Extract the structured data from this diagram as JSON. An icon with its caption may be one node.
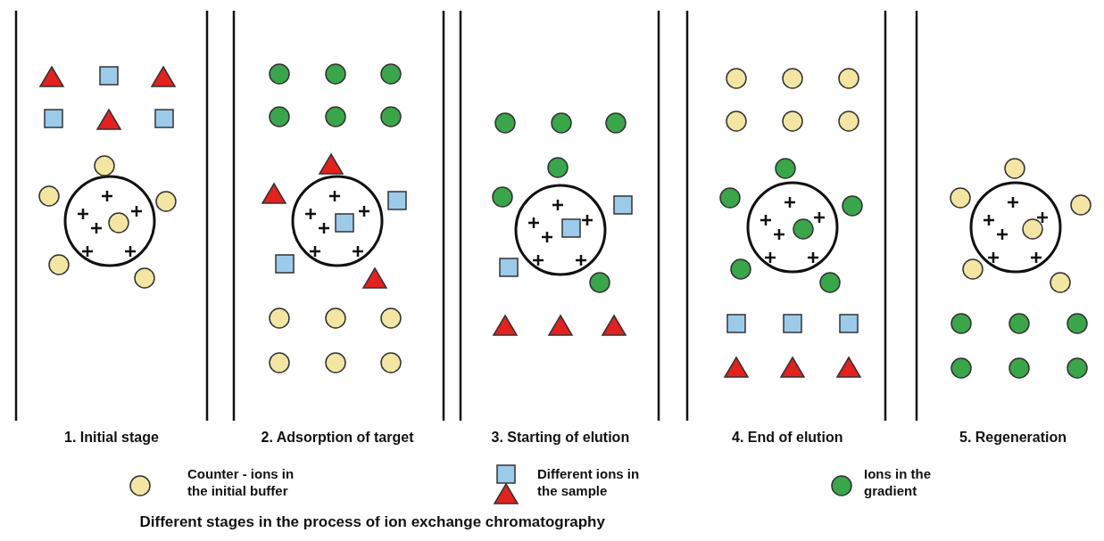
{
  "diagram": {
    "caption": "Different stages in the process of ion exchange chromatography",
    "labels": [
      "1. Initial stage",
      "2. Adsorption of target",
      "3. Starting of elution",
      "4. End of elution",
      "5. Regeneration"
    ],
    "legend": [
      {
        "text": "Counter - ions in the initial buffer"
      },
      {
        "text": "Different ions in the sample"
      },
      {
        "text": "Ions in the gradient"
      }
    ]
  }
}
